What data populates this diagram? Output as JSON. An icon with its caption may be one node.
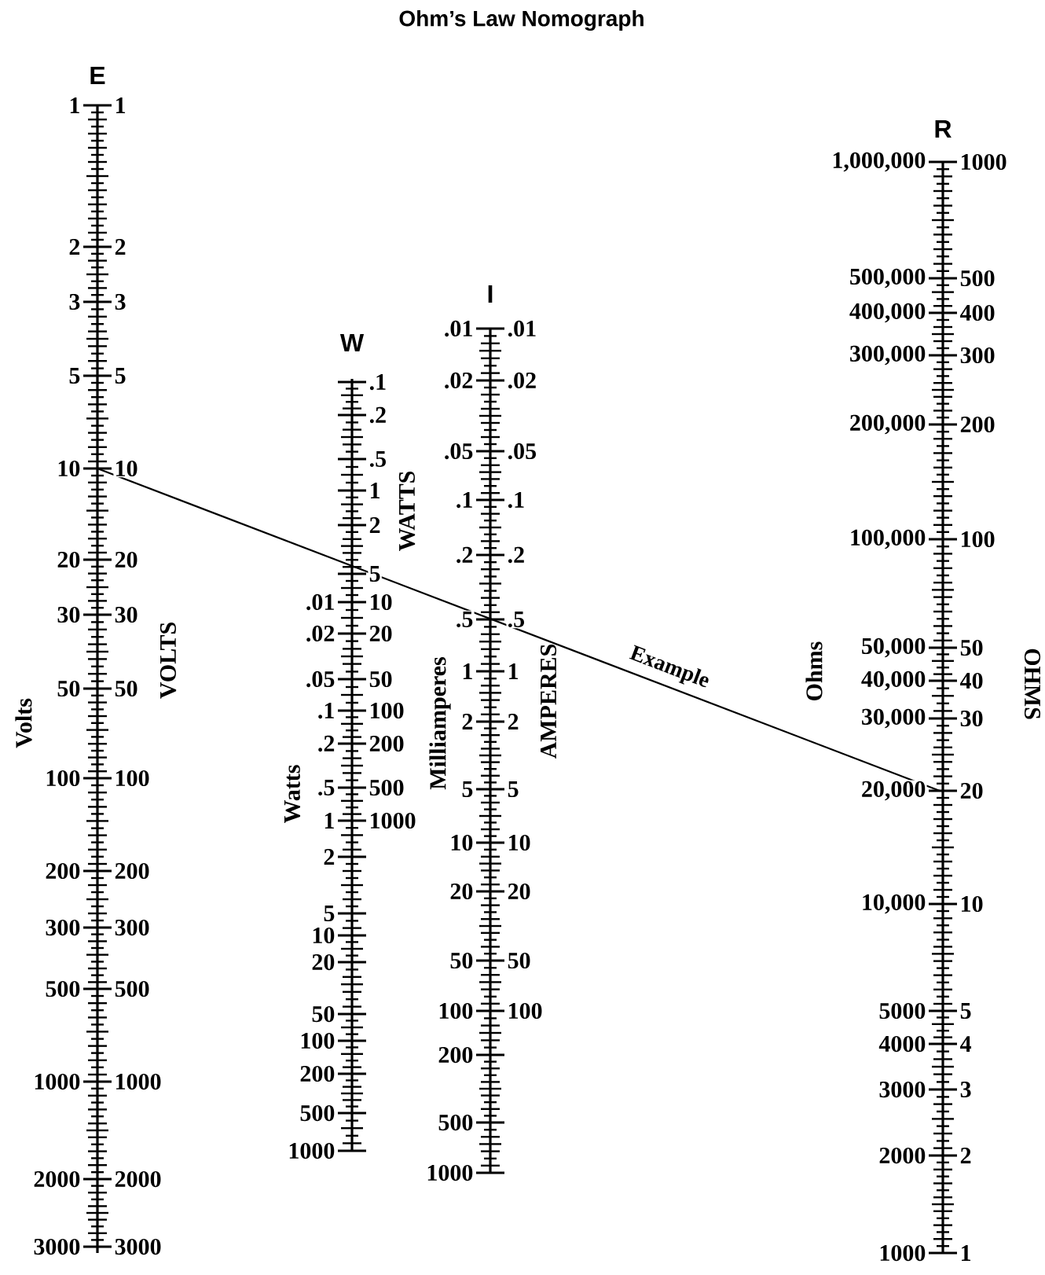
{
  "diagram": {
    "title": "Ohm’s Law Nomograph",
    "labels": [
      "E",
      "1",
      "1",
      "2",
      "2",
      "3",
      "3",
      "5",
      "5",
      "10",
      "10",
      "20",
      "20",
      "30",
      "30",
      "50",
      "50",
      "100",
      "100",
      "200",
      "200",
      "300",
      "300",
      "500",
      "500",
      "1000",
      "1000",
      "2000",
      "2000",
      "3000",
      "3000",
      "Volts",
      "VOLTS",
      "W",
      ".1",
      ".2",
      ".5",
      "1",
      "2",
      "5",
      ".01",
      "10",
      ".02",
      "20",
      ".05",
      "50",
      ".1",
      "100",
      ".2",
      "200",
      ".5",
      "500",
      "1",
      "1000",
      "2",
      "5",
      "10",
      "20",
      "50",
      "100",
      "200",
      "500",
      "1000",
      "WATTS",
      "Watts",
      "I",
      ".01",
      ".01",
      ".02",
      ".02",
      ".05",
      ".05",
      ".1",
      ".1",
      ".2",
      ".2",
      ".5",
      ".5",
      "1",
      "1",
      "2",
      "2",
      "5",
      "5",
      "10",
      "10",
      "20",
      "20",
      "50",
      "50",
      "100",
      "100",
      "200",
      "500",
      "1000",
      "Milliamperes",
      "AMPERES",
      "Example",
      "R",
      "1,000,000",
      "1000",
      "500,000",
      "500",
      "400,000",
      "400",
      "300,000",
      "300",
      "200,000",
      "200",
      "100,000",
      "100",
      "50,000",
      "50",
      "40,000",
      "40",
      "30,000",
      "30",
      "20,000",
      "20",
      "10,000",
      "10",
      "5000",
      "5",
      "4000",
      "4",
      "3000",
      "3",
      "2000",
      "2",
      "1000",
      "1",
      "Ohms",
      "OHMS"
    ]
  }
}
